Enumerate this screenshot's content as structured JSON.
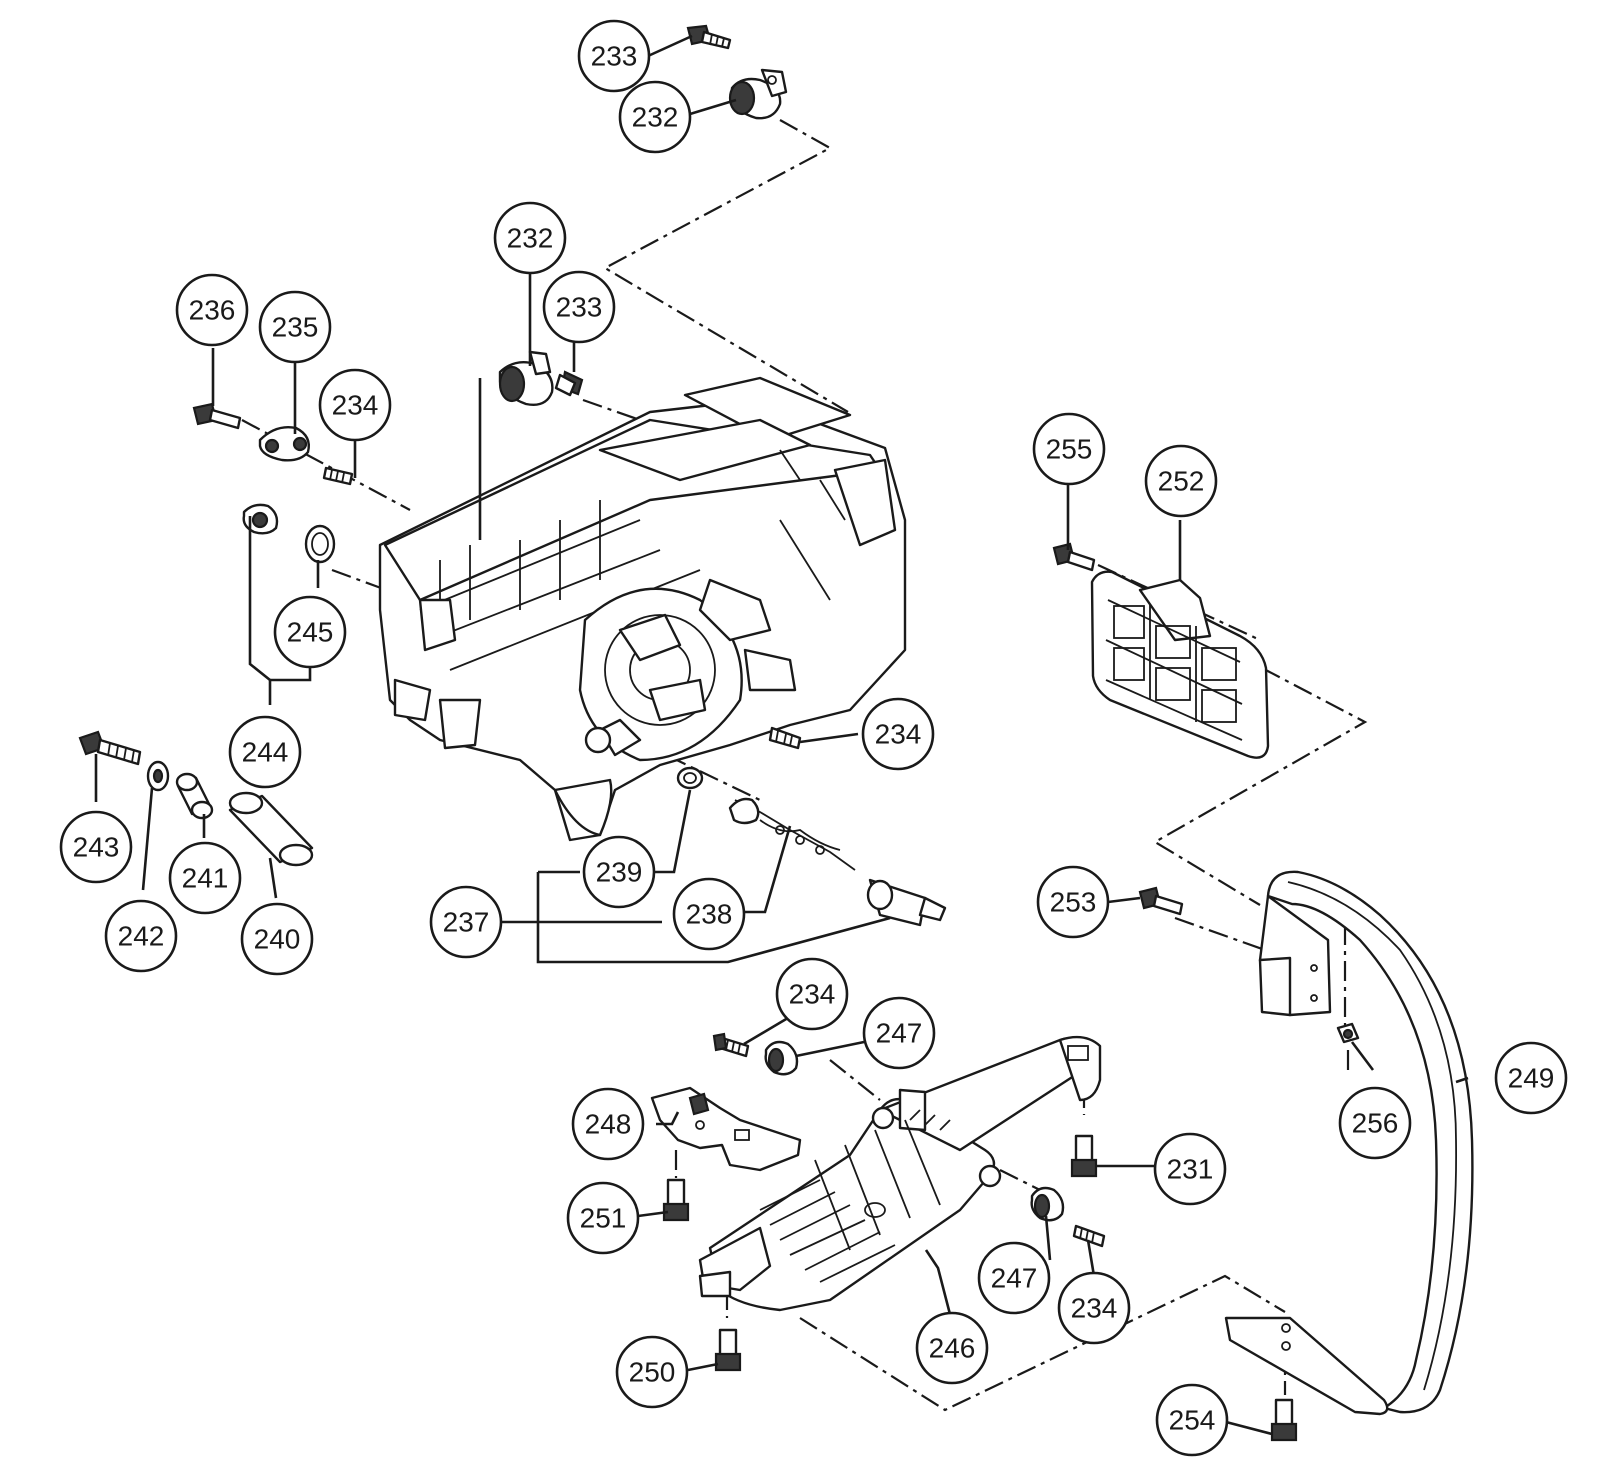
{
  "diagram": {
    "callouts": [
      {
        "id": "c233a",
        "label": "233"
      },
      {
        "id": "c232a",
        "label": "232"
      },
      {
        "id": "c232b",
        "label": "232"
      },
      {
        "id": "c233b",
        "label": "233"
      },
      {
        "id": "c236",
        "label": "236"
      },
      {
        "id": "c235",
        "label": "235"
      },
      {
        "id": "c234a",
        "label": "234"
      },
      {
        "id": "c245",
        "label": "245"
      },
      {
        "id": "c244",
        "label": "244"
      },
      {
        "id": "c243",
        "label": "243"
      },
      {
        "id": "c242",
        "label": "242"
      },
      {
        "id": "c241",
        "label": "241"
      },
      {
        "id": "c240",
        "label": "240"
      },
      {
        "id": "c239",
        "label": "239"
      },
      {
        "id": "c238",
        "label": "238"
      },
      {
        "id": "c237",
        "label": "237"
      },
      {
        "id": "c234b",
        "label": "234"
      },
      {
        "id": "c255",
        "label": "255"
      },
      {
        "id": "c252",
        "label": "252"
      },
      {
        "id": "c253",
        "label": "253"
      },
      {
        "id": "c249",
        "label": "249"
      },
      {
        "id": "c256",
        "label": "256"
      },
      {
        "id": "c234c",
        "label": "234"
      },
      {
        "id": "c247a",
        "label": "247"
      },
      {
        "id": "c248",
        "label": "248"
      },
      {
        "id": "c251",
        "label": "251"
      },
      {
        "id": "c231",
        "label": "231"
      },
      {
        "id": "c247b",
        "label": "247"
      },
      {
        "id": "c234d",
        "label": "234"
      },
      {
        "id": "c246",
        "label": "246"
      },
      {
        "id": "c250",
        "label": "250"
      },
      {
        "id": "c254",
        "label": "254"
      }
    ]
  }
}
